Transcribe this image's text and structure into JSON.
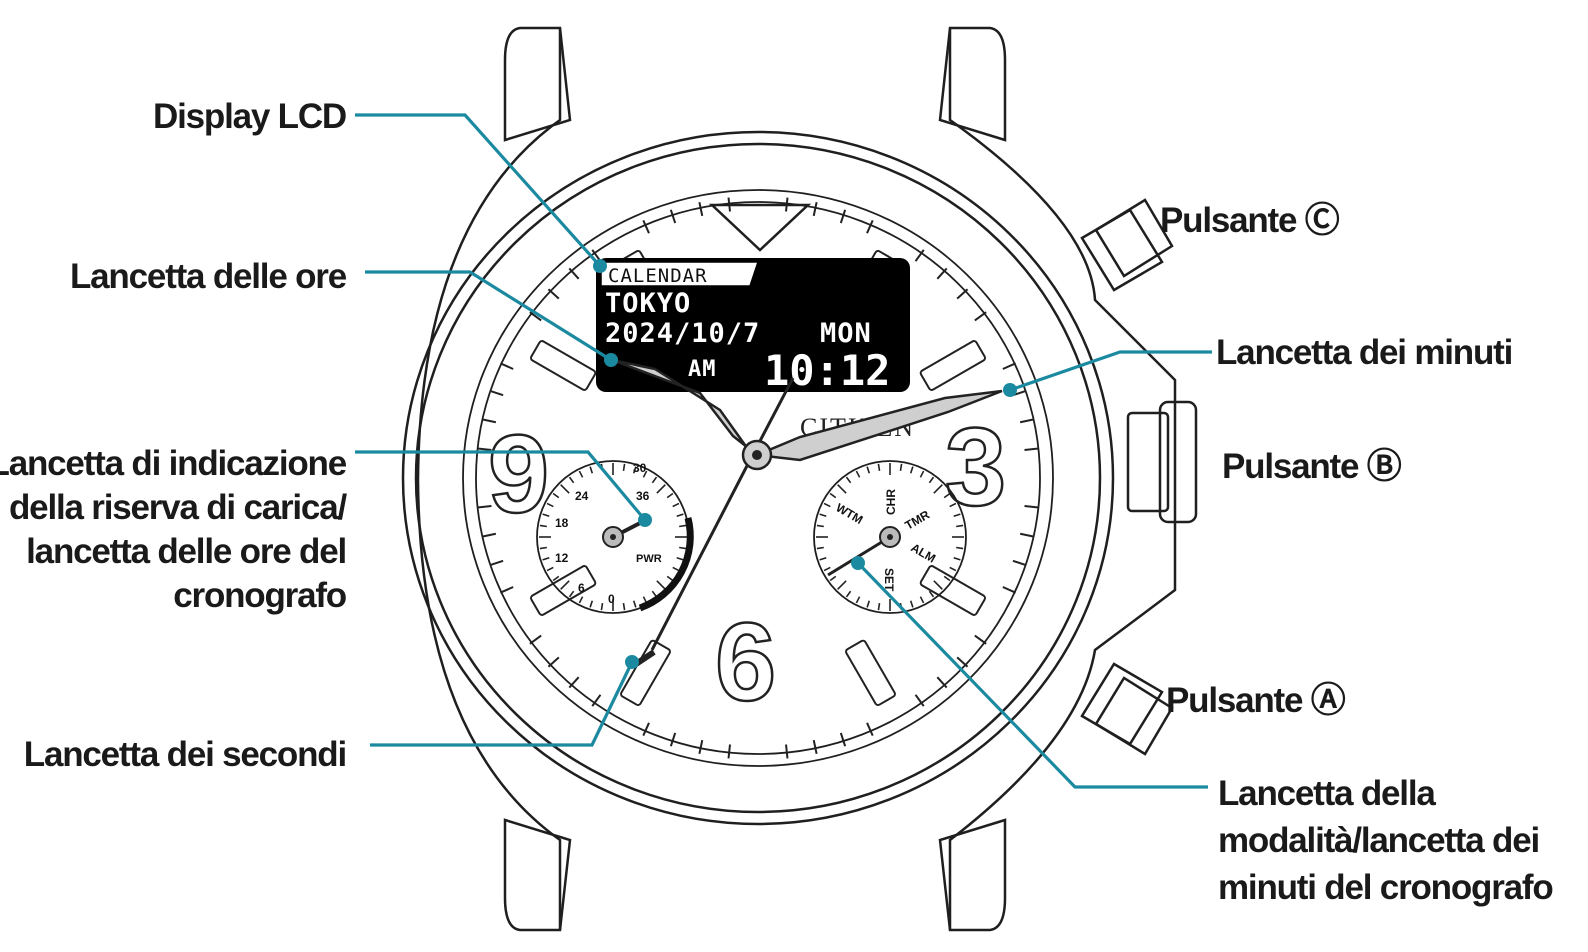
{
  "labels": {
    "display_lcd": "Display LCD",
    "hour_hand": "Lancetta delle ore",
    "power_reserve": [
      "Lancetta di indicazione",
      "della riserva di carica/",
      "lancetta delle ore del",
      "cronografo"
    ],
    "second_hand": "Lancetta dei secondi",
    "button_c": "Pulsante Ⓒ",
    "minute_hand": "Lancetta dei minuti",
    "button_b": "Pulsante Ⓑ",
    "button_a": "Pulsante Ⓐ",
    "mode_hand": [
      "Lancetta della",
      "modalità/lancetta dei",
      "minuti del cronografo"
    ]
  },
  "lcd": {
    "mode": "CALENDAR",
    "city": "TOKYO",
    "date": "2024/10/7",
    "weekday": "MON",
    "ampm": "AM",
    "time": "10:12"
  },
  "dial": {
    "brand": "CITIZEN",
    "numerals": {
      "three": "3",
      "six": "6",
      "nine": "9"
    },
    "left_subdial": {
      "scale": [
        "30",
        "36",
        "24",
        "18",
        "12",
        "6",
        "0"
      ],
      "caption": "PWR"
    },
    "right_subdial": {
      "modes": [
        "CHR",
        "TMR",
        "ALM",
        "SET",
        "WTM"
      ]
    }
  },
  "colors": {
    "leader": "#1b8aa0",
    "ink": "#1f1f1f",
    "lcd_bg": "#000000"
  }
}
